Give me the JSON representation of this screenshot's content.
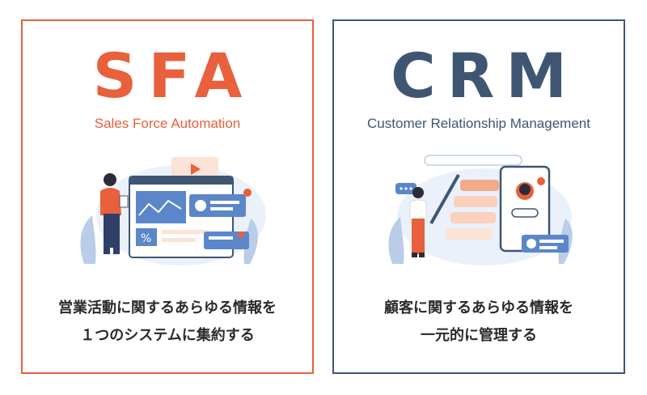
{
  "colors": {
    "sfa_accent": "#e8603c",
    "crm_accent": "#3f5673"
  },
  "sfa": {
    "acronym": "SFA",
    "fullname": "Sales Force Automation",
    "desc_line1": "営業活動に関するあらゆる情報を",
    "desc_line2": "１つのシステムに集約する"
  },
  "crm": {
    "acronym": "CRM",
    "fullname": "Customer Relationship Management",
    "desc_line1": "顧客に関するあらゆる情報を",
    "desc_line2": "一元的に管理する"
  }
}
